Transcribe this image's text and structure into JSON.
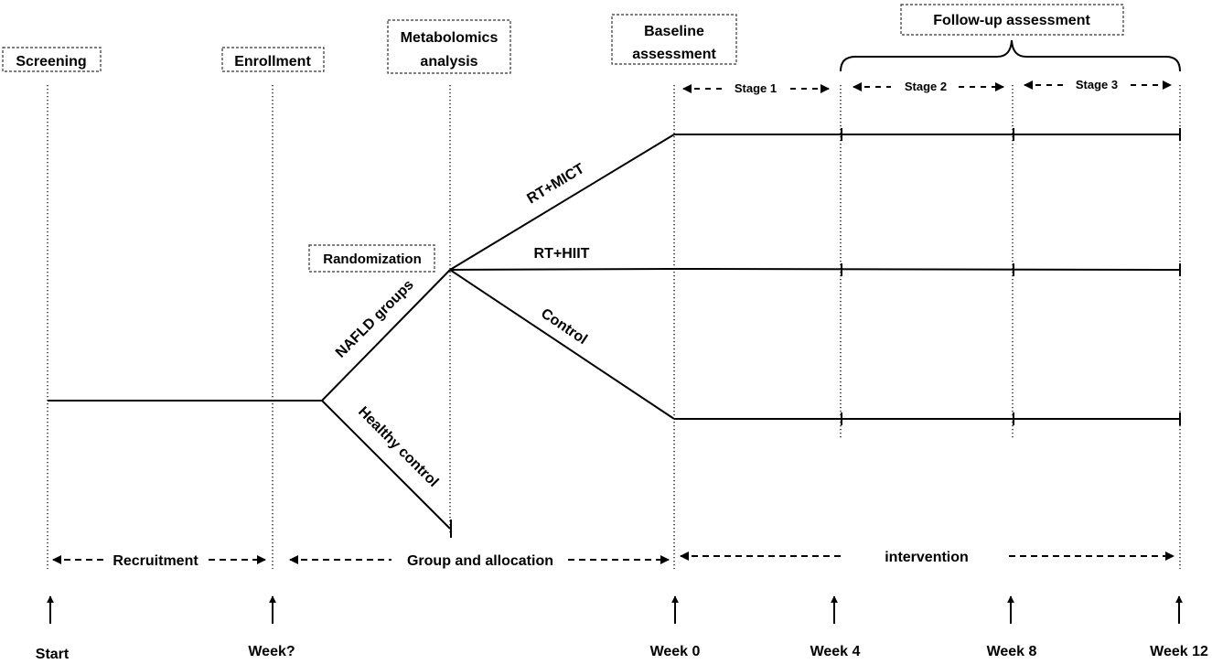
{
  "phases": {
    "screening": "Screening",
    "enrollment": "Enrollment",
    "metabolomics_line1": "Metabolomics",
    "metabolomics_line2": "analysis",
    "baseline_line1": "Baseline",
    "baseline_line2": "assessment",
    "followup": "Follow-up assessment",
    "randomization": "Randomization"
  },
  "stages": [
    "Stage 1",
    "Stage 2",
    "Stage 3"
  ],
  "branches": {
    "nafld": "NAFLD groups",
    "healthy": "Healthy control",
    "rt_mict": "RT+MICT",
    "rt_hiit": "RT+HIIT",
    "control": "Control"
  },
  "periods": {
    "recruitment": "Recruitment",
    "allocation": "Group and allocation",
    "intervention": "intervention"
  },
  "timepoints": [
    "Start",
    "Week?",
    "Week 0",
    "Week 4",
    "Week 8",
    "Week 12"
  ]
}
